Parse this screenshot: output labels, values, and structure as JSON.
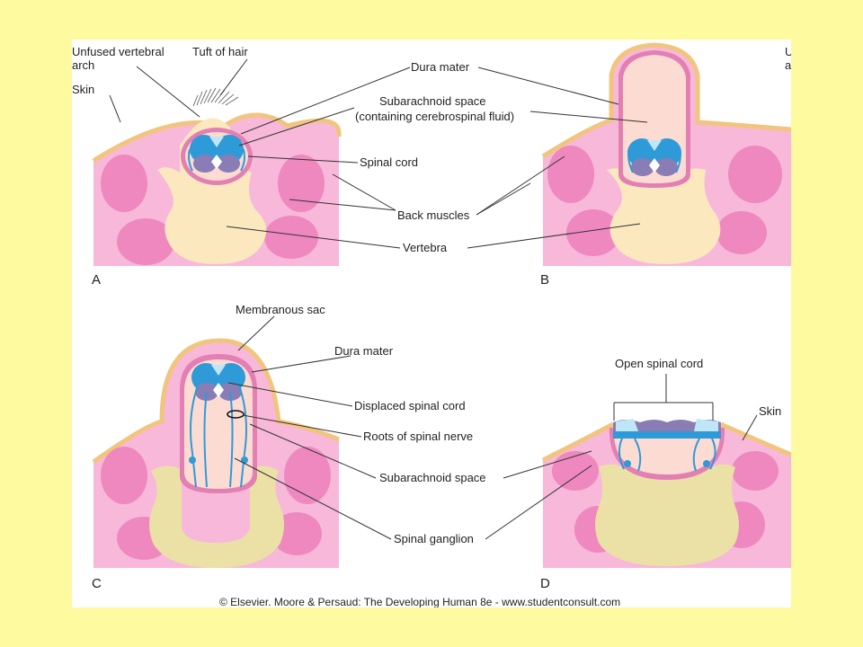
{
  "labels": {
    "unfused_vertebral_arch_1": "Unfused vertebral",
    "unfused_vertebral_arch_2": "arch",
    "tuft_of_hair": "Tuft of hair",
    "skin_a": "Skin",
    "dura_mater_top": "Dura mater",
    "subarachnoid_space_top_1": "Subarachnoid space",
    "subarachnoid_space_top_2": "(containing cerebrospinal fluid)",
    "spinal_cord": "Spinal cord",
    "back_muscles": "Back muscles",
    "vertebra": "Vertebra",
    "membranous_sac": "Membranous sac",
    "dura_mater_c": "Dura mater",
    "displaced_spinal_cord": "Displaced spinal cord",
    "roots_of_spinal_nerve": "Roots of spinal nerve",
    "subarachnoid_space_c": "Subarachnoid space",
    "spinal_ganglion": "Spinal ganglion",
    "open_spinal_cord": "Open spinal cord",
    "skin_d": "Skin",
    "cut_u": "U",
    "cut_a": "a"
  },
  "panels": {
    "a": "A",
    "b": "B",
    "c": "C",
    "d": "D"
  },
  "credit": "© Elsevier. Moore & Persaud: The Developing Human 8e - www.studentconsult.com",
  "colors": {
    "page_background": "#fdfaa0",
    "tissue_pink": "#f7b8d9",
    "muscle_pink": "#ee88bf",
    "skin_tan": "#f1c57e",
    "vertebra_cream": "#fbe8bf",
    "vertebra_olive": "#ebe0a6",
    "dura_pink": "#e27fb3",
    "csf_peach": "#fcdcd2",
    "cord_blue": "#2f9ad8",
    "cord_purple": "#8a7db5"
  }
}
